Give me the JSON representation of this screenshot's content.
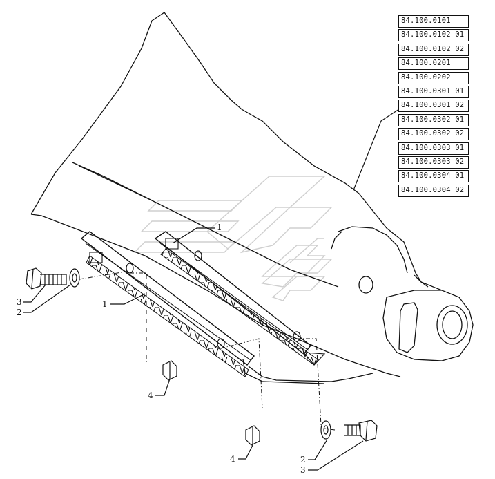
{
  "reference_codes": [
    "84.100.0101",
    "84.100.0102 01",
    "84.100.0102 02",
    "84.100.0201",
    "84.100.0202",
    "84.100.0301 01",
    "84.100.0301 02",
    "84.100.0302 01",
    "84.100.0302 02",
    "84.100.0303 01",
    "84.100.0303 02",
    "84.100.0304 01",
    "84.100.0304 02"
  ],
  "callouts": {
    "knife_upper": "1",
    "knife_lower": "1",
    "washer_left": "2",
    "bolt_left": "3",
    "nut_left": "4",
    "nut_right": "4",
    "washer_right": "2",
    "bolt_right": "3"
  }
}
